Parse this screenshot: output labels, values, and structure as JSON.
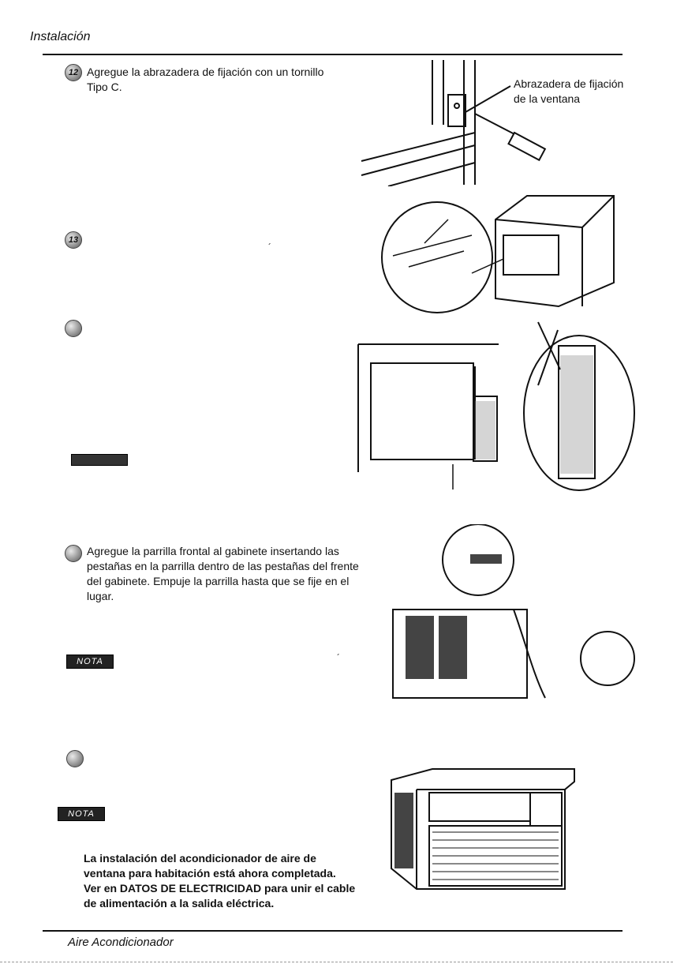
{
  "header": {
    "title": "Instalación"
  },
  "footer": {
    "title": "Aire Acondicionador"
  },
  "steps": {
    "s12": {
      "num": "12",
      "text": "Agregue la abrazadera de fijación con un tornillo Tipo C."
    },
    "s13": {
      "num": "13"
    },
    "s16": {
      "text": "Agregue la parrilla frontal al gabinete insertando las pestañas en la parrilla dentro de las pestañas del frente del gabinete. Empuje la parrilla hasta que se fije en el lugar."
    },
    "final": {
      "text": "La instalación del acondicionador de aire de ventana para habitación está  ahora completada. Ver en DATOS DE ELECTRICIDAD para unir el cable de alimentación a la salida eléctrica."
    }
  },
  "callouts": {
    "bracket_line1": "Abrazadera de fijación",
    "bracket_line2": "de la ventana"
  },
  "notes": {
    "label": "NOTA"
  }
}
